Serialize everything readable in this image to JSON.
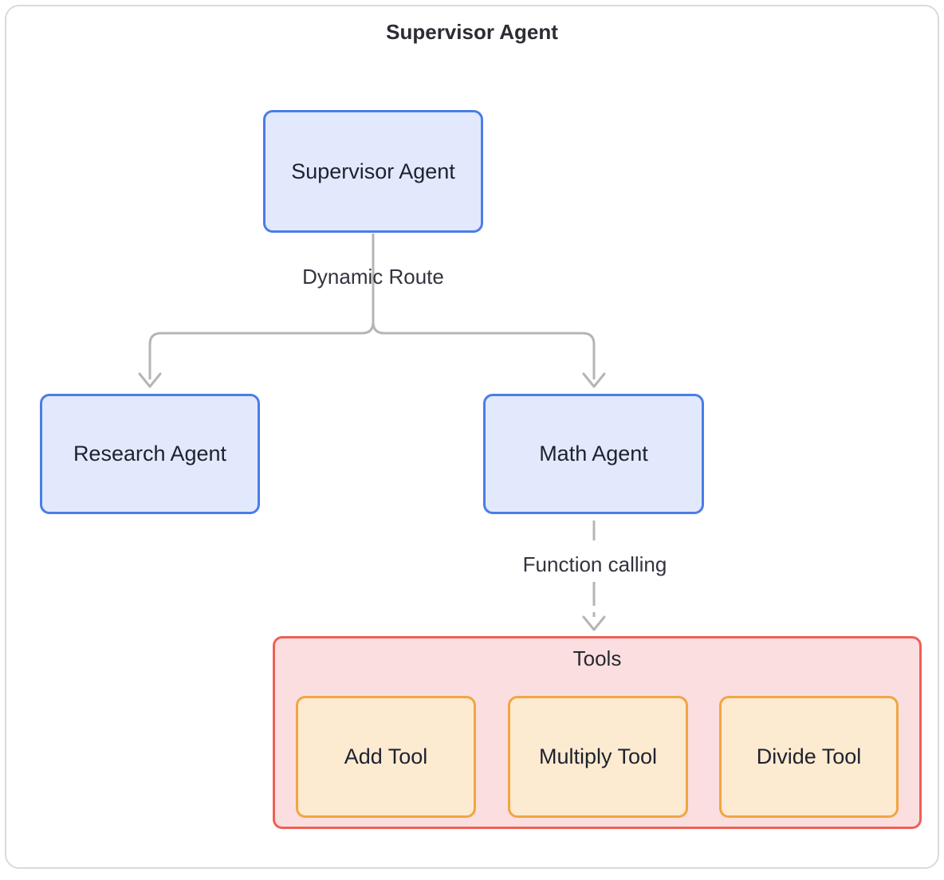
{
  "diagram": {
    "title": "Supervisor Agent",
    "nodes": {
      "supervisor": {
        "label": "Supervisor Agent"
      },
      "research": {
        "label": "Research Agent"
      },
      "math": {
        "label": "Math Agent"
      }
    },
    "edge_labels": {
      "dynamic_route": "Dynamic Route",
      "function_calling": "Function calling"
    },
    "tools_group": {
      "label": "Tools",
      "tools": [
        {
          "label": "Add Tool"
        },
        {
          "label": "Multiply Tool"
        },
        {
          "label": "Divide Tool"
        }
      ]
    },
    "colors": {
      "agent_node_fill": "#e2e9fc",
      "agent_node_border": "#4a7de8",
      "tools_group_fill": "#fbdee0",
      "tools_group_border": "#ef6055",
      "tool_node_fill": "#fcead1",
      "tool_node_border": "#f2a541",
      "edge_line": "#b5b5b8",
      "panel_border": "#d9dadd",
      "text": "#1e222e"
    }
  }
}
